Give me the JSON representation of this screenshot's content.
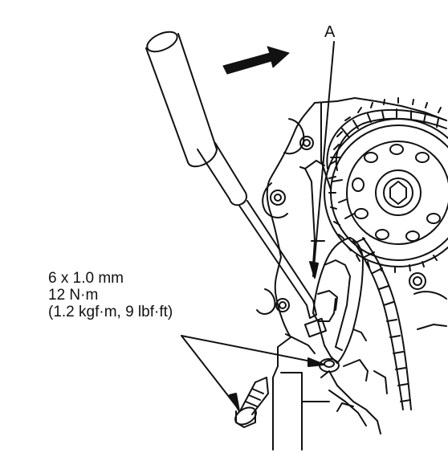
{
  "callout_label": "A",
  "spec": {
    "bolt_size": "6 x 1.0 mm",
    "torque_nm": "12 N·m",
    "torque_alt": "(1.2 kgf·m, 9 lbf·ft)"
  },
  "colors": {
    "line": "#111111",
    "background": "#ffffff"
  }
}
